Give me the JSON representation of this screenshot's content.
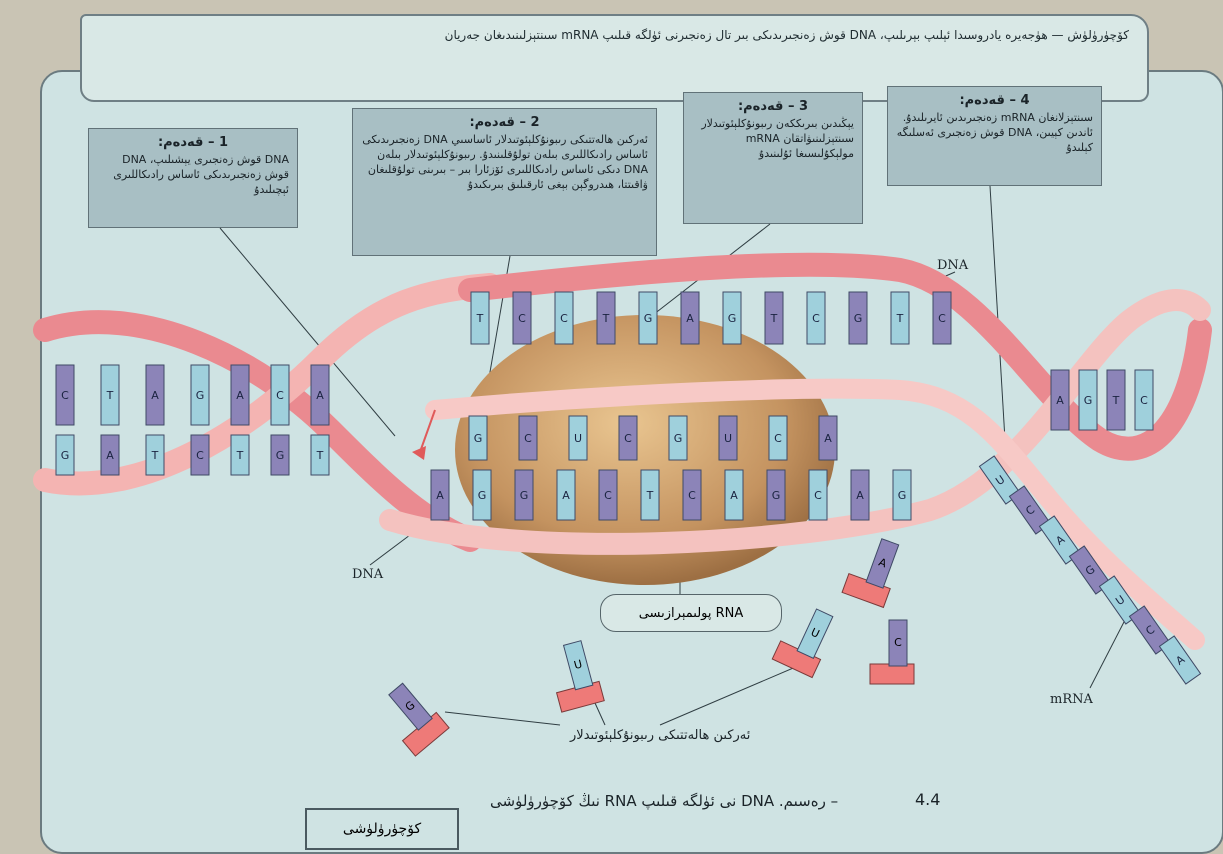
{
  "header": {
    "line1": "كۆچۈرۈلۈش — ھۈجەيرە يادروسىدا ئېلىپ بېرىلىپ، DNA قوش زەنجىرىدىكى بىر تال زەنجىرنى ئۈلگە قىلىپ mRNA سىنتېزلىنىدىغان جەريان",
    "line2": ""
  },
  "steps": [
    {
      "title": "1 – قەدەم:",
      "text": "DNA قوش زەنجىرى يېشىلىپ، DNA قوش زەنجىرىدىكى ئاساس رادىكاللىرى ئېچىلىدۇ"
    },
    {
      "title": "2 – قەدەم:",
      "text": "ئەركىن ھالەتتىكى رىبونۇكلېئوتىدلار ئاساسىي DNA زەنجىرىدىكى ئاساس رادىكاللىرى بىلەن تولۇقلىنىدۇ. رىبونۇكلېئوتىدلار بىلەن DNA دىكى ئاساس رادىكاللىرى ئۆزئارا بىر – بىرىنى تولۇقلىغان ۋاقىتتا، ھىدروگېن بېغى ئارقىلىق بىرىكىدۇ"
    },
    {
      "title": "3 – قەدەم:",
      "text": "يېڭىدىن بىرىككەن رىبونۇكلېئوتىدلار سىنتېزلىنىۋاتقان mRNA مولېكۇلىسىغا ئۇلىنىدۇ"
    },
    {
      "title": "4 – قەدەم:",
      "text": "سىنتېزلانغان mRNA زەنجىرىدىن ئايرىلىدۇ. ئاندىن كېيىن، DNA قوش زەنجىرى ئەسلىگە كېلىدۇ"
    }
  ],
  "labels": {
    "dna_top": "DNA",
    "dna_left": "DNA",
    "mrna": "mRNA",
    "rna_polymerase": "RNA پولىمېرازىسى",
    "free_nucleotides": "ئەركىن ھالەتتىكى رىبونۇكلېئوتىدلار",
    "figure_number": "4.4",
    "figure_caption": "– رەسىم. DNA نى ئۈلگە قىلىپ RNA نىڭ كۆچۈرۈلۈشى",
    "tab": "كۆچۈرۈلۈشى"
  },
  "bases": {
    "left_helix": [
      "C",
      "T",
      "A",
      "G",
      "A",
      "C",
      "A"
    ],
    "left_helix_pair": [
      "G",
      "A",
      "T",
      "C",
      "T",
      "G",
      "T"
    ],
    "top_strand": [
      "T",
      "C",
      "C",
      "T",
      "G",
      "A",
      "G",
      "T",
      "C",
      "G",
      "T",
      "C"
    ],
    "bottom_strand": [
      "A",
      "G",
      "G",
      "A",
      "C",
      "T",
      "C",
      "A",
      "G",
      "C",
      "A",
      "G"
    ],
    "new_rna": [
      "G",
      "C",
      "U",
      "C",
      "G",
      "U",
      "C",
      "A"
    ],
    "right_mrna": [
      "U",
      "C",
      "A",
      "G",
      "U",
      "C",
      "A"
    ],
    "right_helix": [
      "A",
      "G",
      "T",
      "C"
    ],
    "free": [
      "G",
      "U",
      "A",
      "U",
      "C"
    ]
  },
  "colors": {
    "panel": "#cfe3e3",
    "strand": "#ea8a90",
    "strand_light": "#f7c9c6",
    "base_purple": "#8c84b8",
    "base_blue": "#9fd0dc",
    "polymerase": "#b78a55",
    "step_box": "#a8bfc4",
    "free_block": "#ee7a78"
  }
}
